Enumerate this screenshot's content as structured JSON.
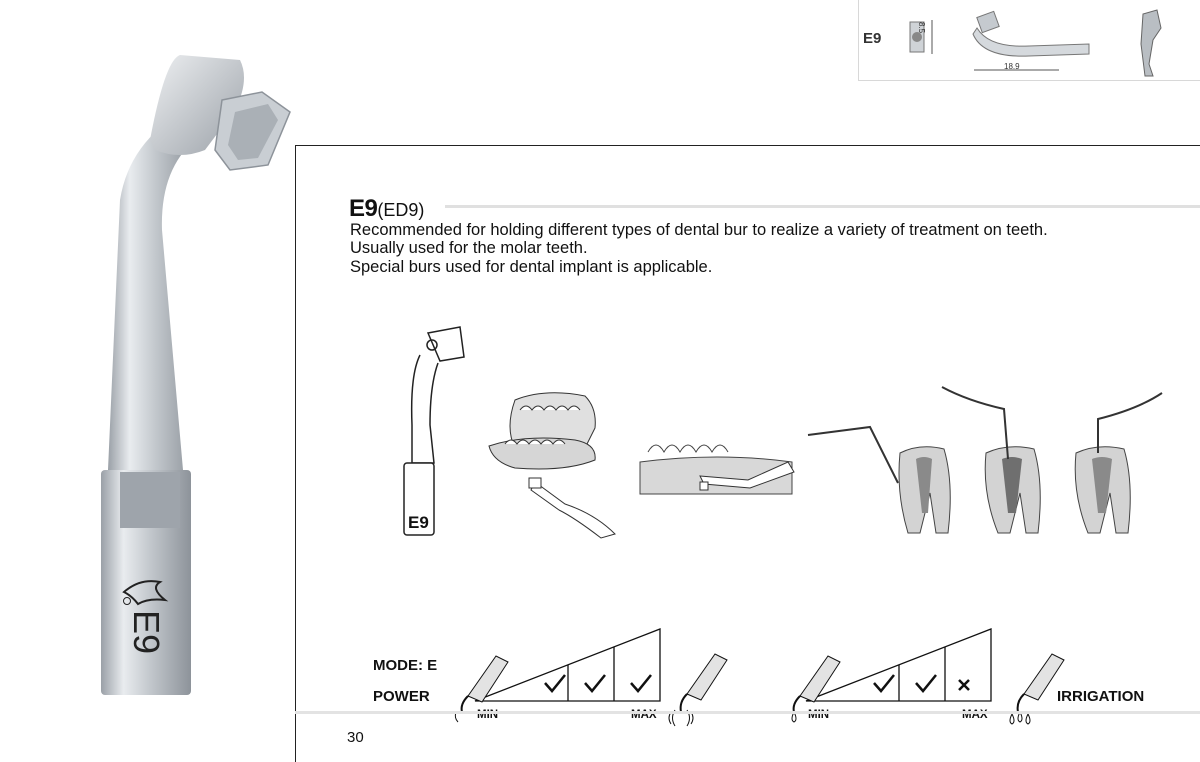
{
  "spec": {
    "code": "E9",
    "height_mm": "8.5",
    "length_mm": "18.9"
  },
  "tip": {
    "engraving": "E9"
  },
  "title": {
    "code": "E9",
    "alt_code": "(ED9)"
  },
  "description": [
    "Recommended for holding different types of dental bur to realize a variety of treatment on teeth.",
    "Usually used for the molar teeth.",
    "Special burs used for dental implant is applicable."
  ],
  "illustration": {
    "tip_label": "E9"
  },
  "settings": {
    "mode_label": "MODE: E",
    "power_label": "POWER",
    "irrigation_label": "IRRIGATION",
    "power": {
      "min": "MIN",
      "max": "MAX",
      "levels": [
        "check",
        "check",
        "check"
      ]
    },
    "irrigation": {
      "min": "MIN",
      "max": "MAX",
      "levels": [
        "check",
        "check",
        "cross"
      ]
    }
  },
  "page_number": "30",
  "colors": {
    "metal_light": "#e6e9ec",
    "metal_mid": "#b7bcc2",
    "metal_dark": "#8e949b",
    "text": "#111111"
  }
}
